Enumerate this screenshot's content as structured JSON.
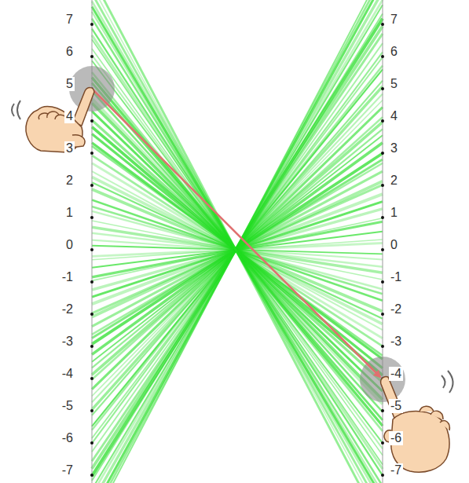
{
  "diagram": {
    "labels": [
      "7",
      "6",
      "5",
      "4",
      "3",
      "2",
      "1",
      "0",
      "-1",
      "-2",
      "-3",
      "-4",
      "-5",
      "-6",
      "-7",
      "7",
      "6",
      "5",
      "4",
      "3",
      "2",
      "1",
      "0",
      "-1",
      "-2",
      "-3",
      "-4",
      "-5",
      "-6",
      "-7"
    ]
  }
}
